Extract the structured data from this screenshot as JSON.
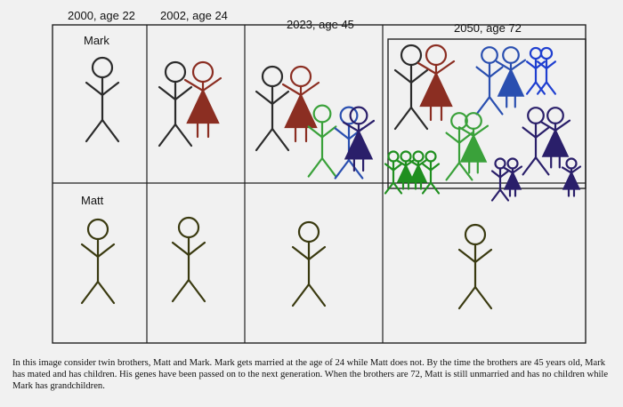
{
  "columns": [
    {
      "label": "2000, age 22"
    },
    {
      "label": "2002, age 24"
    },
    {
      "label": "2023, age 45"
    },
    {
      "label": "2050, age 72"
    }
  ],
  "rows": [
    {
      "label": "Mark"
    },
    {
      "label": "Matt"
    }
  ],
  "caption": "In this image consider twin brothers, Matt and Mark. Mark gets married at the age of 24 while Matt does not. By the time the brothers are 45 years old, Mark has mated and has children. His genes have been passed on to the next generation. When the brothers are 72, Matt is still unmarried and has no children while Mark has grandchildren.",
  "colors": {
    "male": "#2b2b2b",
    "matt": "#3a3a10",
    "wife": "#8b2e22",
    "child_green": "#3aa13a",
    "child_blue": "#2a4fb0",
    "child_navy": "#2a1f6a",
    "grand_blue": "#1f3fd0",
    "grand_green": "#1f8f1f"
  }
}
